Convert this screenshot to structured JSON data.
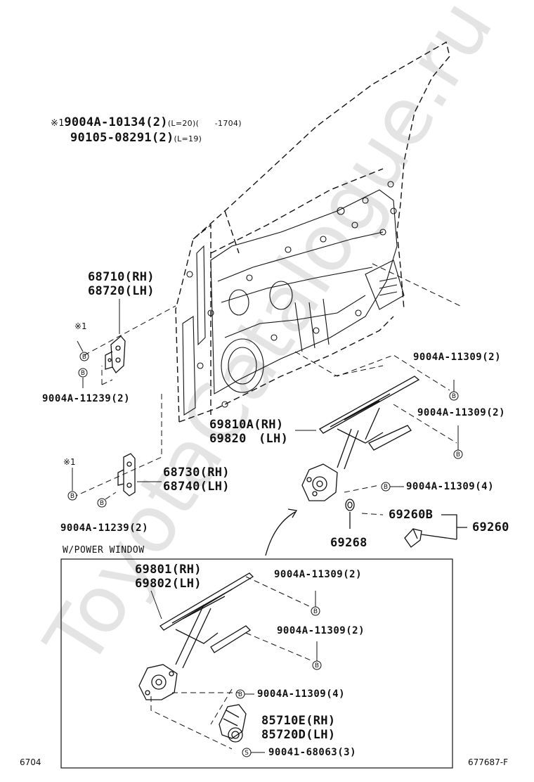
{
  "watermark": "ToyotaCatalogue.ru",
  "note": {
    "marker": "※1",
    "line1_part": "9004A-10134",
    "line1_qty": "(2)",
    "line1_len": "(L=20)",
    "line1_date": "(　　-1704)",
    "line2_part": "90105-08291",
    "line2_qty": "(2)",
    "line2_len": "(L=19)"
  },
  "upper_hinge": {
    "rh": "68710(RH)",
    "lh": "68720(LH)",
    "marker": "※1",
    "bolt": "9004A-11239(2)"
  },
  "lower_hinge": {
    "rh": "68730(RH)",
    "lh": "68740(LH)",
    "marker": "※1",
    "bolt": "9004A-11239(2)"
  },
  "regulator": {
    "rh": "69810A(RH)",
    "lh": "69820　(LH)",
    "bolt_top": "9004A-11309(2)",
    "bolt_mid": "9004A-11309(2)",
    "bolt_motor": "9004A-11309(4)"
  },
  "handle": {
    "part": "69260B",
    "assy": "69260",
    "washer": "69268"
  },
  "power_window": {
    "title": "W/POWER WINDOW",
    "reg_rh": "69801(RH)",
    "reg_lh": "69802(LH)",
    "bolt_top": "9004A-11309(2)",
    "bolt_mid": "9004A-11309(2)",
    "bolt_motor": "9004A-11309(4)",
    "motor_rh": "85710E(RH)",
    "motor_lh": "85720D(LH)",
    "screw": "90041-68063(3)"
  },
  "markers": {
    "bolt": "B",
    "screw": "S"
  },
  "footer": {
    "left": "6704",
    "right": "677687-F"
  }
}
